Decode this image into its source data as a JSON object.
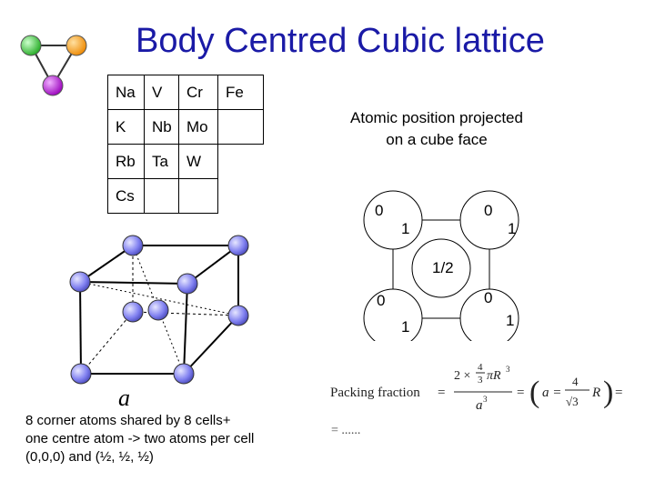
{
  "title": "Body Centred Cubic lattice",
  "colors": {
    "title": "#1a1aa6",
    "atom": "#7878ee",
    "logo_green": "#33cc33",
    "logo_orange": "#ff9900",
    "logo_purple": "#aa00cc"
  },
  "periodic_table": {
    "rows": [
      [
        "Na",
        "V",
        "Cr",
        "Fe"
      ],
      [
        "K",
        "Nb",
        "Mo",
        ""
      ],
      [
        "Rb",
        "Ta",
        "W",
        ""
      ],
      [
        "Cs",
        "",
        "",
        ""
      ]
    ]
  },
  "projection": {
    "title_line1": "Atomic position projected",
    "title_line2": "on a cube face",
    "labels": {
      "tl_outer": "0",
      "tl_inner": "1",
      "tr_outer": "0",
      "tr_inner": "1",
      "center": "1/2",
      "bl_outer": "0",
      "bl_inner": "1",
      "br_outer": "0",
      "br_inner": "1"
    }
  },
  "cube": {
    "edge_label": "a"
  },
  "caption": {
    "line1": "8 corner atoms shared by 8 cells+",
    "line2": "one centre atom -> two atoms per cell",
    "line3": "(0,0,0) and (½, ½, ½)"
  },
  "packing": {
    "label": "Packing fraction",
    "eq": "=",
    "numerator_coef": "2 ×",
    "frac_top": "4",
    "frac_bottom": "3",
    "pi_r3": "πR",
    "cube_exp": "3",
    "denominator": "a",
    "paren_open": "(",
    "a_eq": "a =",
    "r_frac_top": "4",
    "sqrt": "√3",
    "r_symbol": "R",
    "paren_close": ")",
    "result": "= ......"
  }
}
